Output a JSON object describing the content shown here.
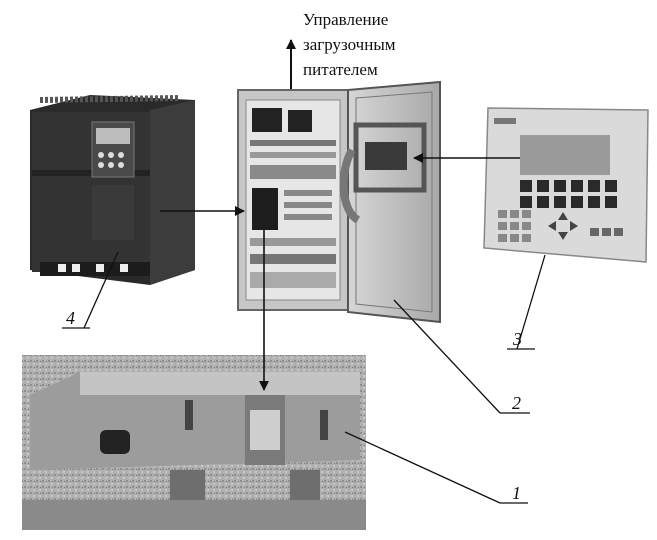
{
  "caption": {
    "line1": "Управление",
    "line2": "загрузочным",
    "line3": "питателем"
  },
  "labels": {
    "feeder": "1",
    "cabinet": "2",
    "operator_panel": "3",
    "inverter": "4"
  },
  "colors": {
    "ink": "#111111",
    "device_dark": "#2e2e2e",
    "cabinet_gray": "#bdbdbd",
    "panel_light": "#dadada",
    "photo_gray": "#a9a9a9"
  }
}
